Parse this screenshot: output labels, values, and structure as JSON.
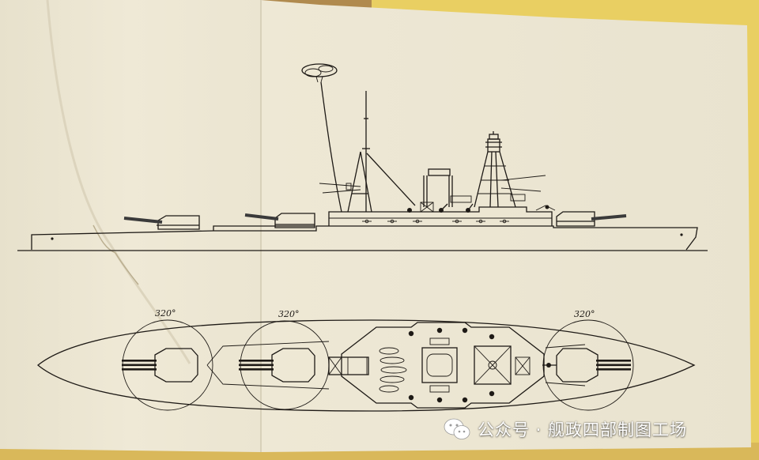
{
  "drawing": {
    "turret_arcs": [
      {
        "label": "320°"
      },
      {
        "label": "320°"
      },
      {
        "label": "320°"
      }
    ]
  },
  "watermark": {
    "text": "公众号 · 舰政四部制图工场",
    "logo_icon": "wechat-logo-icon"
  },
  "colors": {
    "paper": "#efe9d6",
    "ink": "#1e1a16",
    "folder": "#e9cf62",
    "backing": "#b08a4e"
  }
}
